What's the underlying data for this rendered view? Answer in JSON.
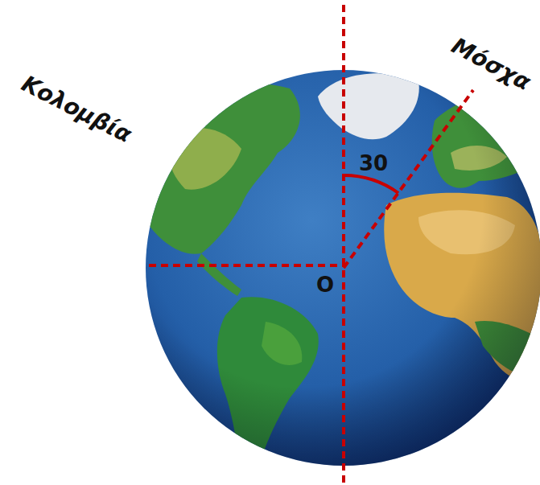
{
  "diagram": {
    "labels": [
      "Μόσχα",
      "30",
      "Κολομβία",
      "O"
    ]
  }
}
